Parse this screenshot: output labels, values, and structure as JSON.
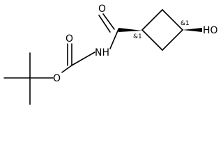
{
  "molecule": {
    "atoms": {
      "o_carbamate_carbonyl": "O",
      "o_ester": "O",
      "nh": "NH",
      "o_amide_carbonyl": "O",
      "oh": "HO"
    },
    "stereo_labels": {
      "c1": "&1",
      "c3": "&1"
    }
  }
}
